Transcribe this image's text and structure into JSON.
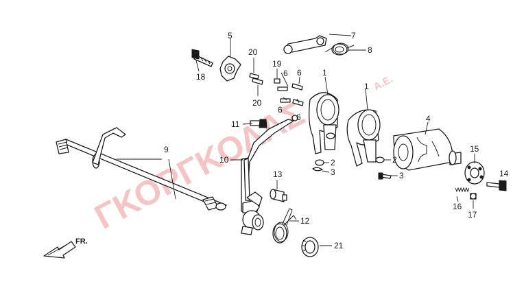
{
  "watermark": {
    "brand": "ΓΚΟΡΓΚΟΛΑΣ",
    "suffix": "Α.Ε."
  },
  "direction_label": "FR.",
  "callouts": {
    "c1a": "1",
    "c1b": "1",
    "c2a": "2",
    "c2b": "2",
    "c3a": "3",
    "c3b": "3",
    "c4": "4",
    "c5": "5",
    "c6a": "6",
    "c6b": "6",
    "c6c": "6",
    "c6d": "6",
    "c7": "7",
    "c8": "8",
    "c9": "9",
    "c10": "10",
    "c11": "11",
    "c12": "12",
    "c13": "13",
    "c14": "14",
    "c15": "15",
    "c16": "16",
    "c17": "17",
    "c18": "18",
    "c19": "19",
    "c20a": "20",
    "c20b": "20",
    "c21": "21"
  },
  "colors": {
    "line": "#1a1a1a",
    "watermark": "#f3b5b5",
    "background": "#ffffff"
  }
}
